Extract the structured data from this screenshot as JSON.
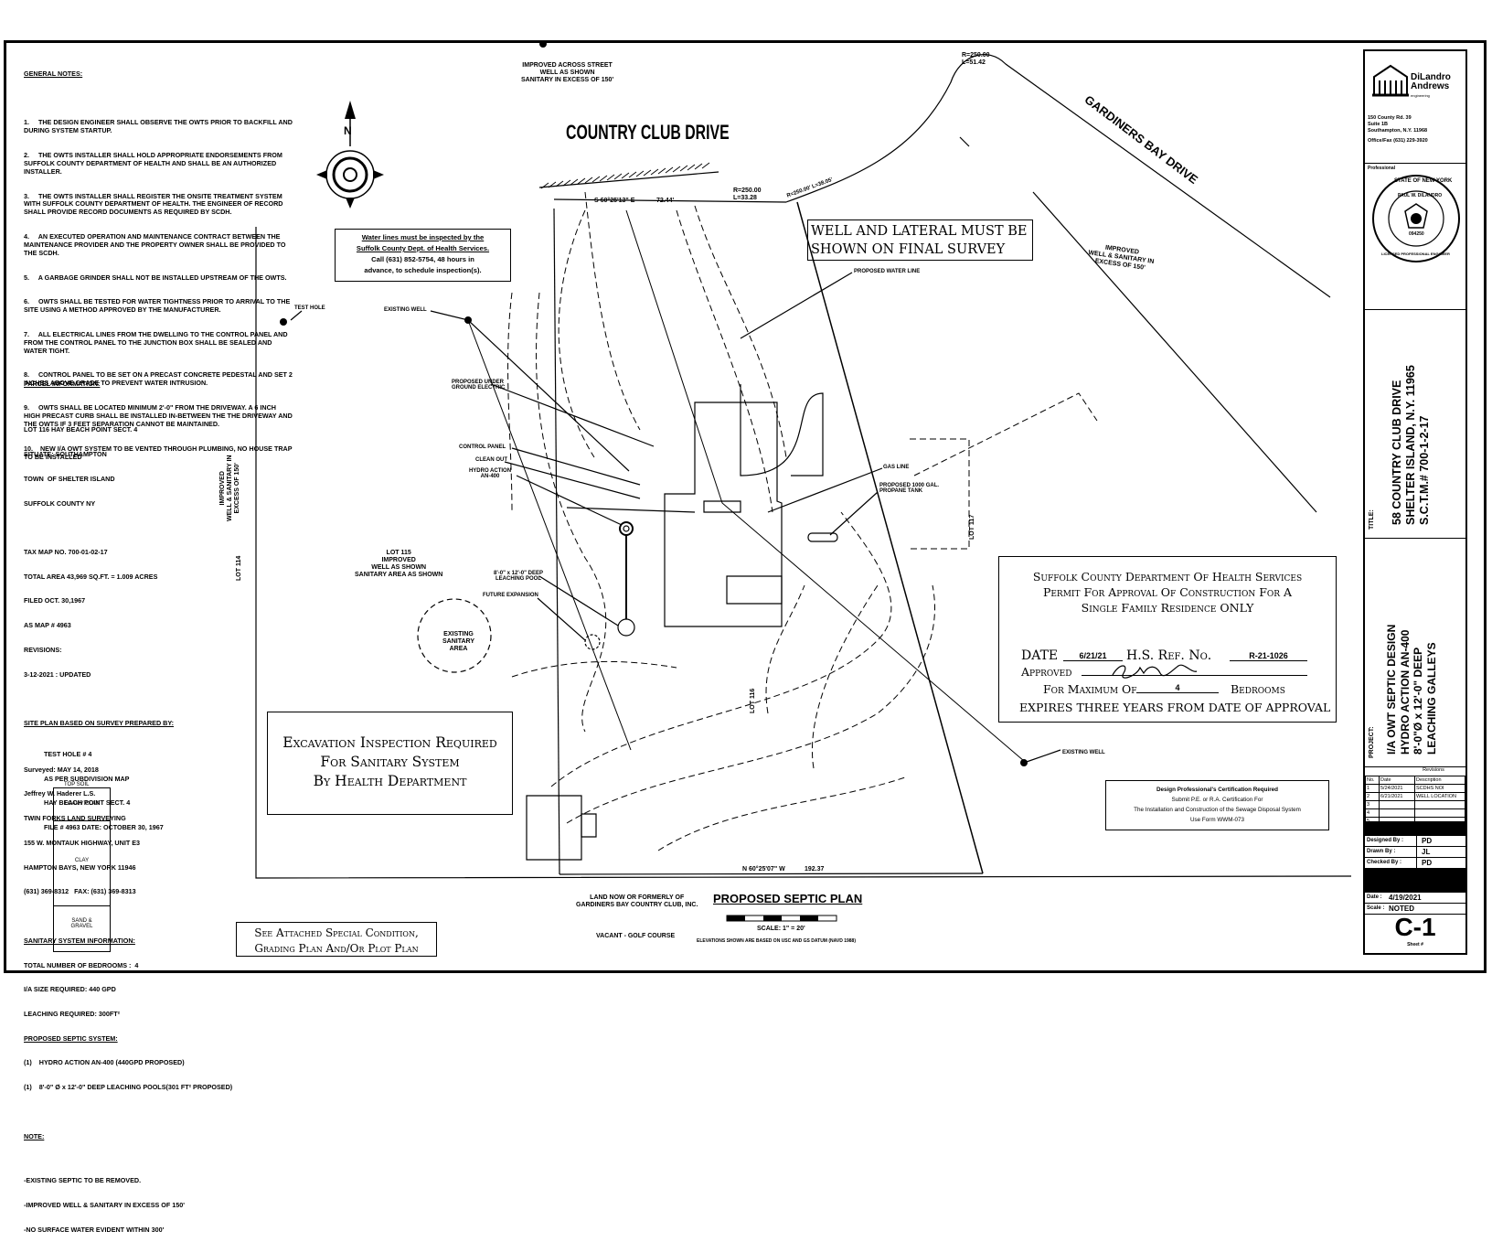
{
  "general_notes": {
    "heading": "GENERAL NOTES:",
    "items": [
      "1.     THE DESIGN ENGINEER SHALL OBSERVE THE OWTS PRIOR TO BACKFILL AND DURING SYSTEM STARTUP.",
      "2.     THE OWTS INSTALLER SHALL HOLD APPROPRIATE ENDORSEMENTS FROM SUFFOLK COUNTY DEPARTMENT OF HEALTH AND SHALL BE AN AUTHORIZED INSTALLER.",
      "3.     THE OWTS INSTALLER SHALL REGISTER THE ONSITE TREATMENT SYSTEM WITH SUFFOLK COUNTY DEPARTMENT OF HEALTH. THE ENGINEER OF RECORD SHALL PROVIDE RECORD DOCUMENTS AS REQUIRED BY SCDH.",
      "4.     AN EXECUTED OPERATION AND MAINTENANCE CONTRACT BETWEEN THE MAINTENANCE PROVIDER AND THE PROPERTY OWNER SHALL BE PROVIDED TO THE SCDH.",
      "5.     A GARBAGE GRINDER SHALL NOT BE INSTALLED UPSTREAM OF THE OWTS.",
      "6.     OWTS SHALL BE TESTED FOR WATER TIGHTNESS PRIOR TO ARRIVAL TO THE SITE USING A METHOD APPROVED BY THE MANUFACTURER.",
      "7.     ALL ELECTRICAL LINES FROM THE DWELLING TO THE CONTROL PANEL AND FROM THE CONTROL PANEL TO THE JUNCTION BOX SHALL BE SEALED AND WATER TIGHT.",
      "8.     CONTROL PANEL TO BE SET ON A PRECAST CONCRETE PEDESTAL AND SET 2 INCHES ABOVE GRADE TO PREVENT WATER INTRUSION.",
      "9.     OWTS SHALL BE LOCATED MINIMUM 2'-0\" FROM THE DRIVEWAY. A 6 INCH HIGH PRECAST CURB SHALL BE INSTALLED IN-BETWEEN THE THE DRIVEWAY AND THE OWTS IF 3 FEET SEPARATION CANNOT BE MAINTAINED.",
      "10.    NEW I/A OWT SYSTEM TO BE VENTED THROUGH PLUMBING, NO HOUSE TRAP TO BE INSTALLED"
    ]
  },
  "parcel": {
    "heading": "PARCEL INFORMATION:",
    "lines": [
      "LOT 116 HAY BEACH POINT SECT. 4",
      "SITUATE: SOUTHAMPTON",
      "TOWN  OF SHELTER ISLAND",
      "SUFFOLK COUNTY NY"
    ],
    "lines2": [
      "TAX MAP NO. 700-01-02-17",
      "TOTAL AREA 43,969 SQ.FT. = 1.009 ACRES",
      "FILED OCT. 30,1967",
      "AS MAP # 4963",
      "REVISIONS:",
      "3-12-2021 : UPDATED"
    ]
  },
  "survey": {
    "heading": "SITE PLAN BASED ON SURVEY PREPARED BY:",
    "lines": [
      "Surveyed: MAY 14, 2018",
      "Jeffrey W. Haderer L.S.",
      "TWIN FORKS LAND SURVEYING",
      "155 W. MONTAUK HIGHWAY, UNIT E3",
      "HAMPTON BAYS, NEW YORK 11946",
      "(631) 369-8312   FAX: (631) 369-8313"
    ]
  },
  "sanitary": {
    "heading": "SANITARY SYSTEM INFORMATION:",
    "lines": [
      "TOTAL NUMBER OF BEDROOMS :  4",
      "I/A SIZE REQUIRED: 440 GPD",
      "LEACHING REQUIRED: 300FT²"
    ],
    "sub_heading": "PROPOSED SEPTIC SYSTEM:",
    "lines2": [
      "(1)    HYDRO ACTION AN-400 (440GPD PROPOSED)",
      "(1)    8'-0\" Ø x 12'-0\" DEEP LEACHING POOLS(301 FT² PROPOSED)"
    ]
  },
  "note": {
    "heading": "NOTE:",
    "lines": [
      "-EXISTING SEPTIC TO BE REMOVED.",
      "-IMPROVED WELL & SANITARY IN EXCESS OF 150'",
      "-NO SURFACE WATER EVIDENT WITHIN 300'"
    ]
  },
  "test_hole": {
    "lines": [
      "TEST HOLE # 4",
      "AS PER SUBDIVISION MAP",
      "HAY BEACH POINT SECT. 4",
      "FILE # 4963 DATE: OCTOBER 30, 1967"
    ],
    "top_soil": "TOP SOIL",
    "layers": [
      "LOAMY CLAY",
      "CLAY",
      "SAND & GRAVEL"
    ],
    "test_hole_label": "TEST HOLE"
  },
  "plan": {
    "road": "COUNTRY CLUB DRIVE",
    "road2": "GARDINERS BAY DRIVE",
    "improved_across": "IMPROVED ACROSS STREET\nWELL AS SHOWN\nSANITARY IN EXCESS OF 150'",
    "water_box": {
      "line1": "Water lines must be inspected by the",
      "line2": "Suffolk County Dept. of Health Services.",
      "line3": "Call (631) 852-5754, 48 hours in",
      "line4": "advance, to schedule inspection(s)."
    },
    "well_box": "WELL AND LATERAL MUST BE SHOWN ON FINAL SURVEY",
    "improved_right": "IMPROVED\nWELL & SANITARY IN\nEXCESS OF 150'",
    "improved_left": "IMPROVED\nWELL & SANITARY IN\nEXCESS OF 150'",
    "lot115": "LOT 115\nIMPROVED\nWELL AS SHOWN\nSANITARY AREA AS SHOWN",
    "existing_sanitary": "EXISTING\nSANITARY\nAREA",
    "lot114": "LOT 114",
    "lot117": "LOT 117",
    "lot116": "LOT 116",
    "labels": {
      "existing_well": "EXISTING WELL",
      "proposed_water": "PROPOSED WATER LINE",
      "underground": "PROPOSED UNDER GROUND ELECTRIC",
      "control_panel": "CONTROL PANEL",
      "clean_out": "CLEAN OUT",
      "hydro": "HYDRO ACTION AN-400",
      "leaching": "8'-0\" x 12'-0\" DEEP LEACHING POOL",
      "future": "FUTURE EXPANSION",
      "gas": "GAS LINE",
      "propane": "PROPOSED 1000 GAL. PROPANE TANK",
      "existing_well2": "EXISTING WELL",
      "land_now": "LAND NOW OR FORMERLY OF\nGARDINERS BAY COUNTRY CLUB, INC.",
      "vacant": "VACANT - GOLF COURSE",
      "bearing_top": "S 60°25'13\" E",
      "dist_top": "72.44'",
      "bearing_bottom": "N 60°25'07\" W",
      "dist_bottom": "192.37",
      "curve1": "R=250.00\nL=33.28",
      "curve2": "R=250.00\nL=51.42",
      "r_label": "R=250.00' L=38.05'"
    },
    "excavation": [
      "Excavation Inspection Required",
      "For Sanitary System",
      "By Health Department"
    ],
    "attached": [
      "See Attached Special Condition,",
      "Grading Plan And/Or Plot Plan"
    ],
    "plan_title": "PROPOSED SEPTIC PLAN",
    "scale": "SCALE: 1\" = 20'",
    "elevations": "ELEVATIONS SHOWN ARE BASED ON USC AND GS DATUM (NAVD 1988)",
    "north": "N"
  },
  "permit": {
    "title": [
      "Suffolk County Department Of Health Services",
      "Permit For Approval Of Construction For A",
      "Single Family Residence ONLY"
    ],
    "date_label": "DATE",
    "date": "6/21/21",
    "ref_label": "H.S. Ref. No.",
    "ref": "R-21-1026",
    "approved_label": "Approved",
    "max_label": "For Maximum Of",
    "max": "4",
    "bedrooms_label": "Bedrooms",
    "expires": "EXPIRES THREE YEARS FROM DATE OF APPROVAL"
  },
  "cert_box": [
    "Design Professional's Certification Required",
    "Submit P.E. or R.A. Certification For",
    "The Installation and Construction of the Sewage Disposal System",
    "Use Form WWM-073"
  ],
  "title_block": {
    "firm": "DiLandro Andrews",
    "firm_sub": "engineering",
    "address": [
      "150 County Rd. 39",
      "Suite 1B",
      "Southampton, N.Y. 11968"
    ],
    "phone": "Office/Fax (631) 229-3920",
    "professional": "Professional",
    "seal": [
      "STATE OF NEW YORK",
      "PAUL W. DILANDRO",
      "LICENSED PROFESSIONAL ENGINEER",
      "094250"
    ],
    "title_label": "TITLE:",
    "title_lines": [
      "58 COUNTRY CLUB DRIVE",
      "SHELTER ISLAND, N.Y. 11965",
      "S.C.T.M.# 700-1-2-17"
    ],
    "project_label": "PROJECT:",
    "project_lines": [
      "I/A OWT SEPTIC DESIGN",
      "HYDRO ACTION AN-400",
      "8'-0\"Ø x 12'-0\" DEEP",
      "LEACHING GALLEYS"
    ],
    "revisions_label": "Revisions",
    "rev_cols": [
      "No.",
      "Date",
      "Description"
    ],
    "revisions": [
      [
        "1",
        "5/24/2021",
        "SCDHS NOI"
      ],
      [
        "2",
        "6/21/2021",
        "WELL LOCATION"
      ],
      [
        "3",
        "",
        ""
      ],
      [
        "4",
        "",
        ""
      ],
      [
        "5",
        "",
        ""
      ]
    ],
    "designed_label": "Designed By :",
    "designed": "PD",
    "drawn_label": "Drawn By :",
    "drawn": "JL",
    "checked_label": "Checked By :",
    "checked": "PD",
    "date_label": "Date :",
    "date": "4/19/2021",
    "scale_label": "Scale :",
    "scale": "NOTED",
    "sheet": "C-1",
    "sheet_label": "Sheet #"
  }
}
